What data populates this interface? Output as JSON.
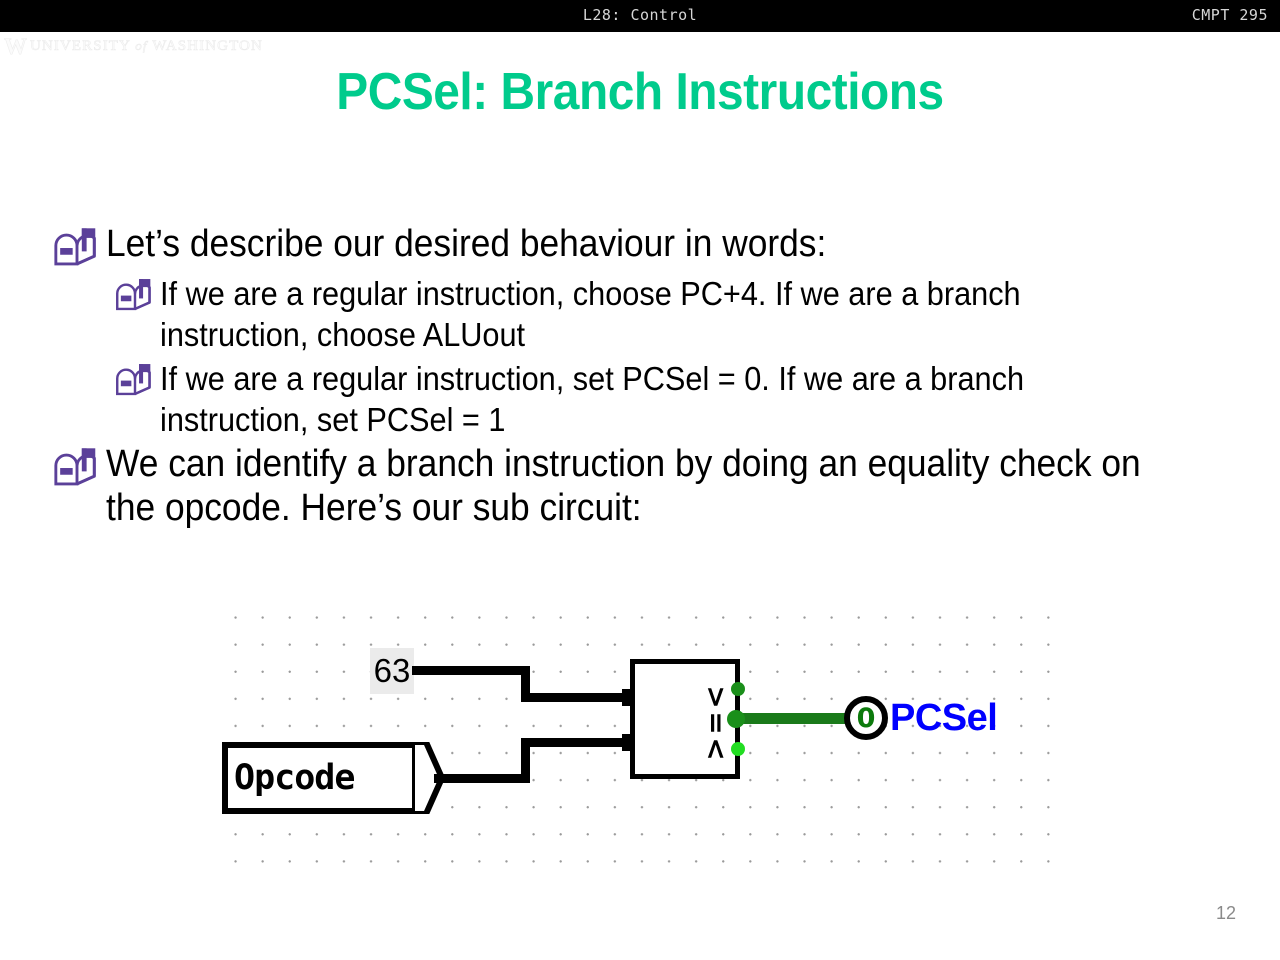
{
  "header": {
    "lecture": "L28: Control",
    "course": "CMPT 295"
  },
  "branding": {
    "logo_w": "W",
    "logo_text_1": "UNIVERSITY",
    "logo_text_of": "of",
    "logo_text_2": "WASHINGTON"
  },
  "title": "PCSel: Branch Instructions",
  "colors": {
    "title_green": "#00CB8C",
    "bullet_purple": "#5B4099",
    "pcsel_blue": "#0000FF",
    "wire_green": "#1A7A1A",
    "pin_green_bright": "#22DD22",
    "pin_green_dark": "#1A8F1A",
    "header_bg": "#000000",
    "header_text": "#D6D6D6",
    "page_number": "#8A8A8A"
  },
  "bullets": [
    {
      "level": 1,
      "icon": "mailbox-icon",
      "text": "Let’s describe our desired behaviour in words:"
    },
    {
      "level": 2,
      "icon": "mailbox-icon",
      "text": "If we are a regular instruction, choose PC+4. If we are a branch instruction, choose ALUout"
    },
    {
      "level": 2,
      "icon": "mailbox-icon",
      "text": "If we are a regular instruction, set PCSel = 0. If we are a branch instruction, set PCSel = 1"
    },
    {
      "level": 1,
      "icon": "mailbox-icon",
      "text": "We can identify a branch instruction by doing an equality check on the opcode. Here’s our sub circuit:"
    }
  ],
  "circuit": {
    "constant_label": "63",
    "opcode_label": "Opcode",
    "comparator_symbols": [
      ">",
      "=",
      "<"
    ],
    "output_pin_value": "0",
    "output_label": "PCSel"
  },
  "page_number": "12"
}
